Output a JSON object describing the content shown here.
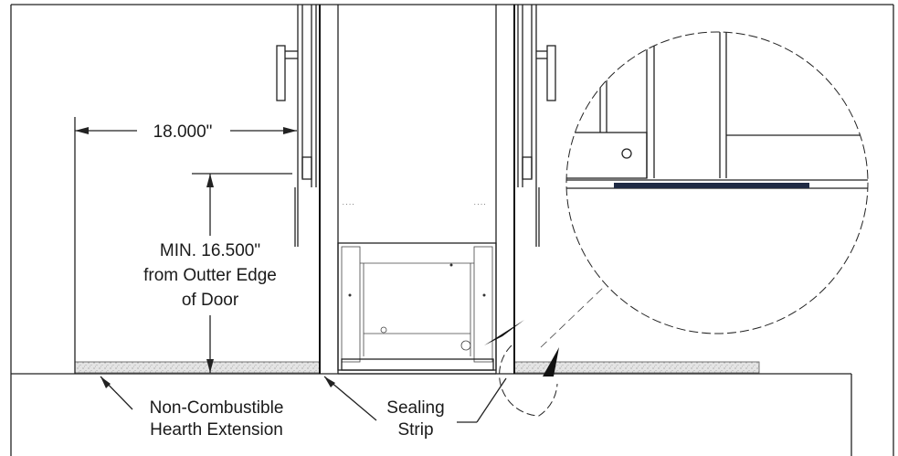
{
  "labels": {
    "width_dim": "18.000\"",
    "min_line1": "MIN. 16.500\"",
    "min_line2": "from Outter Edge",
    "min_line3": "of Door",
    "hearth_line1": "Non-Combustible",
    "hearth_line2": "Hearth Extension",
    "seal_line1": "Sealing",
    "seal_line2": "Strip"
  },
  "colors": {
    "line": "#222222",
    "sealing_strip": "#1f2a44",
    "hearth_fill": "#e4e4e4"
  }
}
